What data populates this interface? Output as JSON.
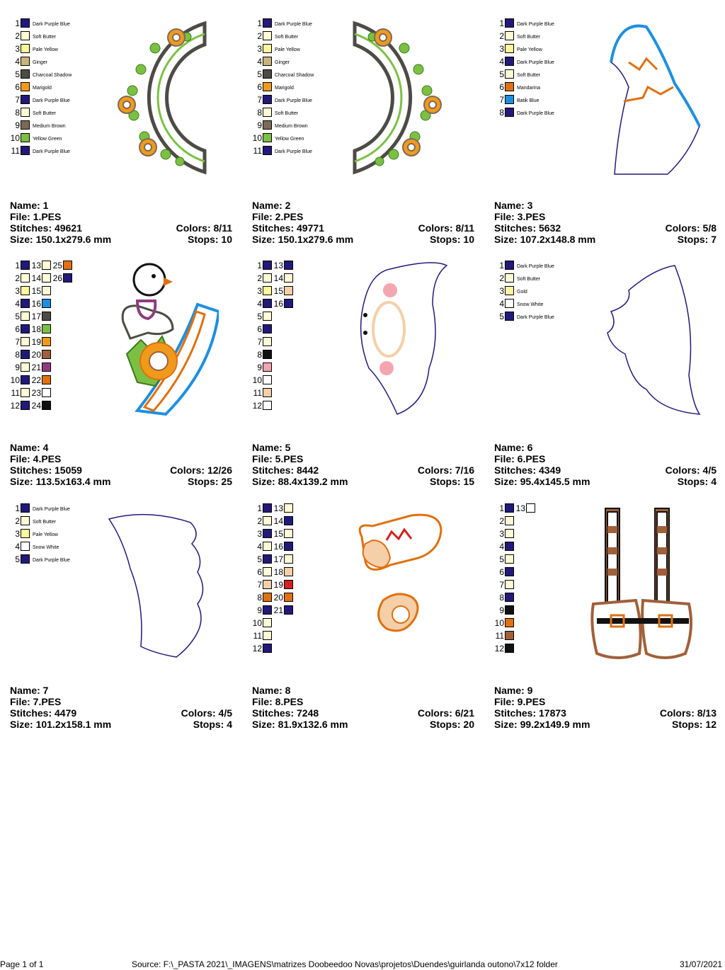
{
  "footer": {
    "page": "Page 1 of 1",
    "source": "Source: F:\\_PASTA 2021\\_IMAGENS\\matrizes Doobeedoo Novas\\projetos\\Duendes\\guirlanda outono\\7x12 folder",
    "date": "31/07/2021"
  },
  "colors": {
    "dark_purple_blue": "#23197a",
    "soft_butter": "#fffbd6",
    "pale_yellow": "#fff79a",
    "ginger": "#c7b57a",
    "charcoal_shadow": "#4d4b46",
    "marigold": "#f09a1c",
    "medium_brown": "#7c6a58",
    "yellow_green": "#7bc043",
    "mandarina": "#e07010",
    "batik_blue": "#1e8fe0",
    "gold": "#fff3a0",
    "snow_white": "#ffffff"
  },
  "designs": [
    {
      "name_label": "Name: 1",
      "file_label": "File: 1.PES",
      "stitches_label": "Stitches: 49621",
      "colors_label": "Colors: 8/11",
      "size_label": "Size: 150.1x279.6 mm",
      "stops_label": "Stops: 10",
      "art": "wreath-left",
      "legend": [
        {
          "n": "1",
          "name": "Dark Purple Blue",
          "color": "#23197a"
        },
        {
          "n": "2",
          "name": "Soft Butter",
          "color": "#fffbd6"
        },
        {
          "n": "3",
          "name": "Pale Yellow",
          "color": "#fff79a"
        },
        {
          "n": "4",
          "name": "Ginger",
          "color": "#c7b57a"
        },
        {
          "n": "5",
          "name": "Charcoal Shadow",
          "color": "#4d4b46"
        },
        {
          "n": "6",
          "name": "Marigold",
          "color": "#f09a1c"
        },
        {
          "n": "7",
          "name": "Dark Purple Blue",
          "color": "#23197a"
        },
        {
          "n": "8",
          "name": "Soft Butter",
          "color": "#fffbd6"
        },
        {
          "n": "9",
          "name": "Medium Brown",
          "color": "#7c6a58"
        },
        {
          "n": "10",
          "name": "Yellow Green",
          "color": "#7bc043"
        },
        {
          "n": "11",
          "name": "Dark Purple Blue",
          "color": "#23197a"
        }
      ]
    },
    {
      "name_label": "Name: 2",
      "file_label": "File: 2.PES",
      "stitches_label": "Stitches: 49771",
      "colors_label": "Colors: 8/11",
      "size_label": "Size: 150.1x279.6 mm",
      "stops_label": "Stops: 10",
      "art": "wreath-right",
      "legend": [
        {
          "n": "1",
          "name": "Dark Purple Blue",
          "color": "#23197a"
        },
        {
          "n": "2",
          "name": "Soft Butter",
          "color": "#fffbd6"
        },
        {
          "n": "3",
          "name": "Pale Yellow",
          "color": "#fff79a"
        },
        {
          "n": "4",
          "name": "Ginger",
          "color": "#c7b57a"
        },
        {
          "n": "5",
          "name": "Charcoal Shadow",
          "color": "#4d4b46"
        },
        {
          "n": "6",
          "name": "Marigold",
          "color": "#f09a1c"
        },
        {
          "n": "7",
          "name": "Dark Purple Blue",
          "color": "#23197a"
        },
        {
          "n": "8",
          "name": "Soft Butter",
          "color": "#fffbd6"
        },
        {
          "n": "9",
          "name": "Medium Brown",
          "color": "#7c6a58"
        },
        {
          "n": "10",
          "name": "Yellow Green",
          "color": "#7bc043"
        },
        {
          "n": "11",
          "name": "Dark Purple Blue",
          "color": "#23197a"
        }
      ]
    },
    {
      "name_label": "Name: 3",
      "file_label": "File: 3.PES",
      "stitches_label": "Stitches: 5632",
      "colors_label": "Colors: 5/8",
      "size_label": "Size: 107.2x148.8 mm",
      "stops_label": "Stops: 7",
      "art": "hat",
      "legend": [
        {
          "n": "1",
          "name": "Dark Purple Blue",
          "color": "#23197a"
        },
        {
          "n": "2",
          "name": "Soft Butter",
          "color": "#fffbd6"
        },
        {
          "n": "3",
          "name": "Pale Yellow",
          "color": "#fff79a"
        },
        {
          "n": "4",
          "name": "Dark Purple Blue",
          "color": "#23197a"
        },
        {
          "n": "5",
          "name": "Soft Butter",
          "color": "#fffbd6"
        },
        {
          "n": "6",
          "name": "Mandarina",
          "color": "#e07010"
        },
        {
          "n": "7",
          "name": "Batik Blue",
          "color": "#1e8fe0"
        },
        {
          "n": "8",
          "name": "Dark Purple Blue",
          "color": "#23197a"
        }
      ]
    },
    {
      "name_label": "Name: 4",
      "file_label": "File: 4.PES",
      "stitches_label": "Stitches: 15059",
      "colors_label": "Colors: 12/26",
      "size_label": "Size: 113.5x163.4 mm",
      "stops_label": "Stops: 25",
      "art": "hat-brim",
      "legend": [
        {
          "n": "1",
          "color": "#23197a"
        },
        {
          "n": "2",
          "color": "#fffbd6"
        },
        {
          "n": "3",
          "color": "#fff79a"
        },
        {
          "n": "4",
          "color": "#23197a"
        },
        {
          "n": "5",
          "color": "#fffbd6"
        },
        {
          "n": "6",
          "color": "#23197a"
        },
        {
          "n": "7",
          "color": "#fffbd6"
        },
        {
          "n": "8",
          "color": "#23197a"
        },
        {
          "n": "9",
          "color": "#fffbd6"
        },
        {
          "n": "10",
          "color": "#23197a"
        },
        {
          "n": "11",
          "color": "#fffbd6"
        },
        {
          "n": "12",
          "color": "#23197a"
        },
        {
          "n": "13",
          "color": "#fffbd6"
        },
        {
          "n": "14",
          "color": "#fffbd6"
        },
        {
          "n": "15",
          "color": "#fffbd6"
        },
        {
          "n": "16",
          "color": "#1e8fe0"
        },
        {
          "n": "17",
          "color": "#4d4b46"
        },
        {
          "n": "18",
          "color": "#7bc043"
        },
        {
          "n": "19",
          "color": "#f09a1c"
        },
        {
          "n": "20",
          "color": "#a0603a"
        },
        {
          "n": "21",
          "color": "#8e3c7e"
        },
        {
          "n": "22",
          "color": "#e07010"
        },
        {
          "n": "23",
          "color": "#ffffff"
        },
        {
          "n": "24",
          "color": "#111111"
        },
        {
          "n": "25",
          "color": "#e07010"
        },
        {
          "n": "26",
          "color": "#23197a"
        }
      ]
    },
    {
      "name_label": "Name: 5",
      "file_label": "File: 5.PES",
      "stitches_label": "Stitches: 8442",
      "colors_label": "Colors: 7/16",
      "size_label": "Size: 88.4x139.2 mm",
      "stops_label": "Stops: 15",
      "art": "face",
      "legend": [
        {
          "n": "1",
          "color": "#23197a"
        },
        {
          "n": "2",
          "color": "#fffbd6"
        },
        {
          "n": "3",
          "color": "#fff79a"
        },
        {
          "n": "4",
          "color": "#23197a"
        },
        {
          "n": "5",
          "color": "#fffbd6"
        },
        {
          "n": "6",
          "color": "#23197a"
        },
        {
          "n": "7",
          "color": "#fffbd6"
        },
        {
          "n": "8",
          "color": "#111111"
        },
        {
          "n": "9",
          "color": "#f4a6b0"
        },
        {
          "n": "10",
          "color": "#ffffff"
        },
        {
          "n": "11",
          "color": "#f4cfa8"
        },
        {
          "n": "12",
          "color": "#ffffff"
        },
        {
          "n": "13",
          "color": "#23197a"
        },
        {
          "n": "14",
          "color": "#fffbd6"
        },
        {
          "n": "15",
          "color": "#f4cfa8"
        },
        {
          "n": "16",
          "color": "#23197a"
        }
      ]
    },
    {
      "name_label": "Name: 6",
      "file_label": "File: 6.PES",
      "stitches_label": "Stitches: 4349",
      "colors_label": "Colors: 4/5",
      "size_label": "Size: 95.4x145.5 mm",
      "stops_label": "Stops: 4",
      "art": "beard-left",
      "legend": [
        {
          "n": "1",
          "name": "Dark Purple Blue",
          "color": "#23197a"
        },
        {
          "n": "2",
          "name": "Soft Butter",
          "color": "#fffbd6"
        },
        {
          "n": "3",
          "name": "Gold",
          "color": "#fff3a0"
        },
        {
          "n": "4",
          "name": "Snow White",
          "color": "#ffffff"
        },
        {
          "n": "5",
          "name": "Dark Purple Blue",
          "color": "#23197a"
        }
      ]
    },
    {
      "name_label": "Name: 7",
      "file_label": "File: 7.PES",
      "stitches_label": "Stitches: 4479",
      "colors_label": "Colors: 4/5",
      "size_label": "Size: 101.2x158.1 mm",
      "stops_label": "Stops: 4",
      "art": "beard-right",
      "legend": [
        {
          "n": "1",
          "name": "Dark Purple Blue",
          "color": "#23197a"
        },
        {
          "n": "2",
          "name": "Soft Butter",
          "color": "#fffbd6"
        },
        {
          "n": "3",
          "name": "Pale Yellow",
          "color": "#fff79a"
        },
        {
          "n": "4",
          "name": "Snow White",
          "color": "#ffffff"
        },
        {
          "n": "5",
          "name": "Dark Purple Blue",
          "color": "#23197a"
        }
      ]
    },
    {
      "name_label": "Name: 8",
      "file_label": "File: 8.PES",
      "stitches_label": "Stitches: 7248",
      "colors_label": "Colors: 6/21",
      "size_label": "Size: 81.9x132.6 mm",
      "stops_label": "Stops: 20",
      "art": "hands",
      "legend": [
        {
          "n": "1",
          "color": "#23197a"
        },
        {
          "n": "2",
          "color": "#fffbd6"
        },
        {
          "n": "3",
          "color": "#23197a"
        },
        {
          "n": "4",
          "color": "#fffbd6"
        },
        {
          "n": "5",
          "color": "#23197a"
        },
        {
          "n": "6",
          "color": "#fffbd6"
        },
        {
          "n": "7",
          "color": "#f4cfa8"
        },
        {
          "n": "8",
          "color": "#e07010"
        },
        {
          "n": "9",
          "color": "#23197a"
        },
        {
          "n": "10",
          "color": "#fffbd6"
        },
        {
          "n": "11",
          "color": "#fffbd6"
        },
        {
          "n": "12",
          "color": "#23197a"
        },
        {
          "n": "13",
          "color": "#fffbd6"
        },
        {
          "n": "14",
          "color": "#23197a"
        },
        {
          "n": "15",
          "color": "#fffbd6"
        },
        {
          "n": "16",
          "color": "#23197a"
        },
        {
          "n": "17",
          "color": "#fffbd6"
        },
        {
          "n": "18",
          "color": "#f4cfa8"
        },
        {
          "n": "19",
          "color": "#d32020"
        },
        {
          "n": "20",
          "color": "#e07010"
        },
        {
          "n": "21",
          "color": "#23197a"
        }
      ]
    },
    {
      "name_label": "Name: 9",
      "file_label": "File: 9.PES",
      "stitches_label": "Stitches: 17873",
      "colors_label": "Colors: 8/13",
      "size_label": "Size: 99.2x149.9 mm",
      "stops_label": "Stops: 12",
      "art": "legs",
      "legend": [
        {
          "n": "1",
          "color": "#23197a"
        },
        {
          "n": "2",
          "color": "#fffbd6"
        },
        {
          "n": "3",
          "color": "#fffbd6"
        },
        {
          "n": "4",
          "color": "#23197a"
        },
        {
          "n": "5",
          "color": "#fffbd6"
        },
        {
          "n": "6",
          "color": "#23197a"
        },
        {
          "n": "7",
          "color": "#fffbd6"
        },
        {
          "n": "8",
          "color": "#23197a"
        },
        {
          "n": "9",
          "color": "#111111"
        },
        {
          "n": "10",
          "color": "#e07010"
        },
        {
          "n": "11",
          "color": "#a0603a"
        },
        {
          "n": "12",
          "color": "#111111"
        },
        {
          "n": "13",
          "color": "#ffffff"
        }
      ]
    }
  ]
}
